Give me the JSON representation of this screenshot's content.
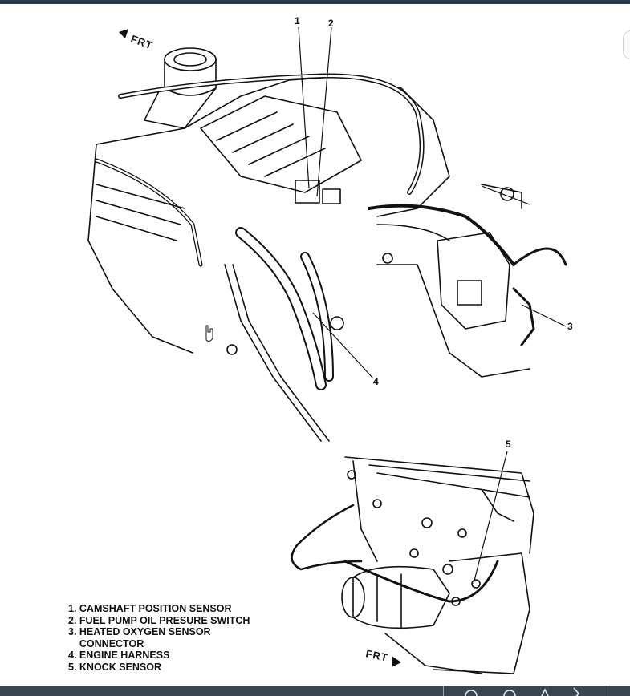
{
  "diagram": {
    "callouts": [
      "1",
      "2",
      "3",
      "4",
      "5"
    ],
    "direction_label_upper": "FRT",
    "direction_label_lower": "FRT"
  },
  "legend": [
    "1. CAMSHAFT POSITION SENSOR",
    "2. FUEL PUMP OIL PRESURE SWITCH",
    "3. HEATED OXYGEN SENSOR",
    "    CONNECTOR",
    "4. ENGINE HARNESS",
    "5. KNOCK SENSOR"
  ],
  "icons": {
    "cursor": "hand-pointer-icon",
    "upper_arrow": "arrow-up-left-icon",
    "lower_arrow": "arrow-right-icon"
  }
}
